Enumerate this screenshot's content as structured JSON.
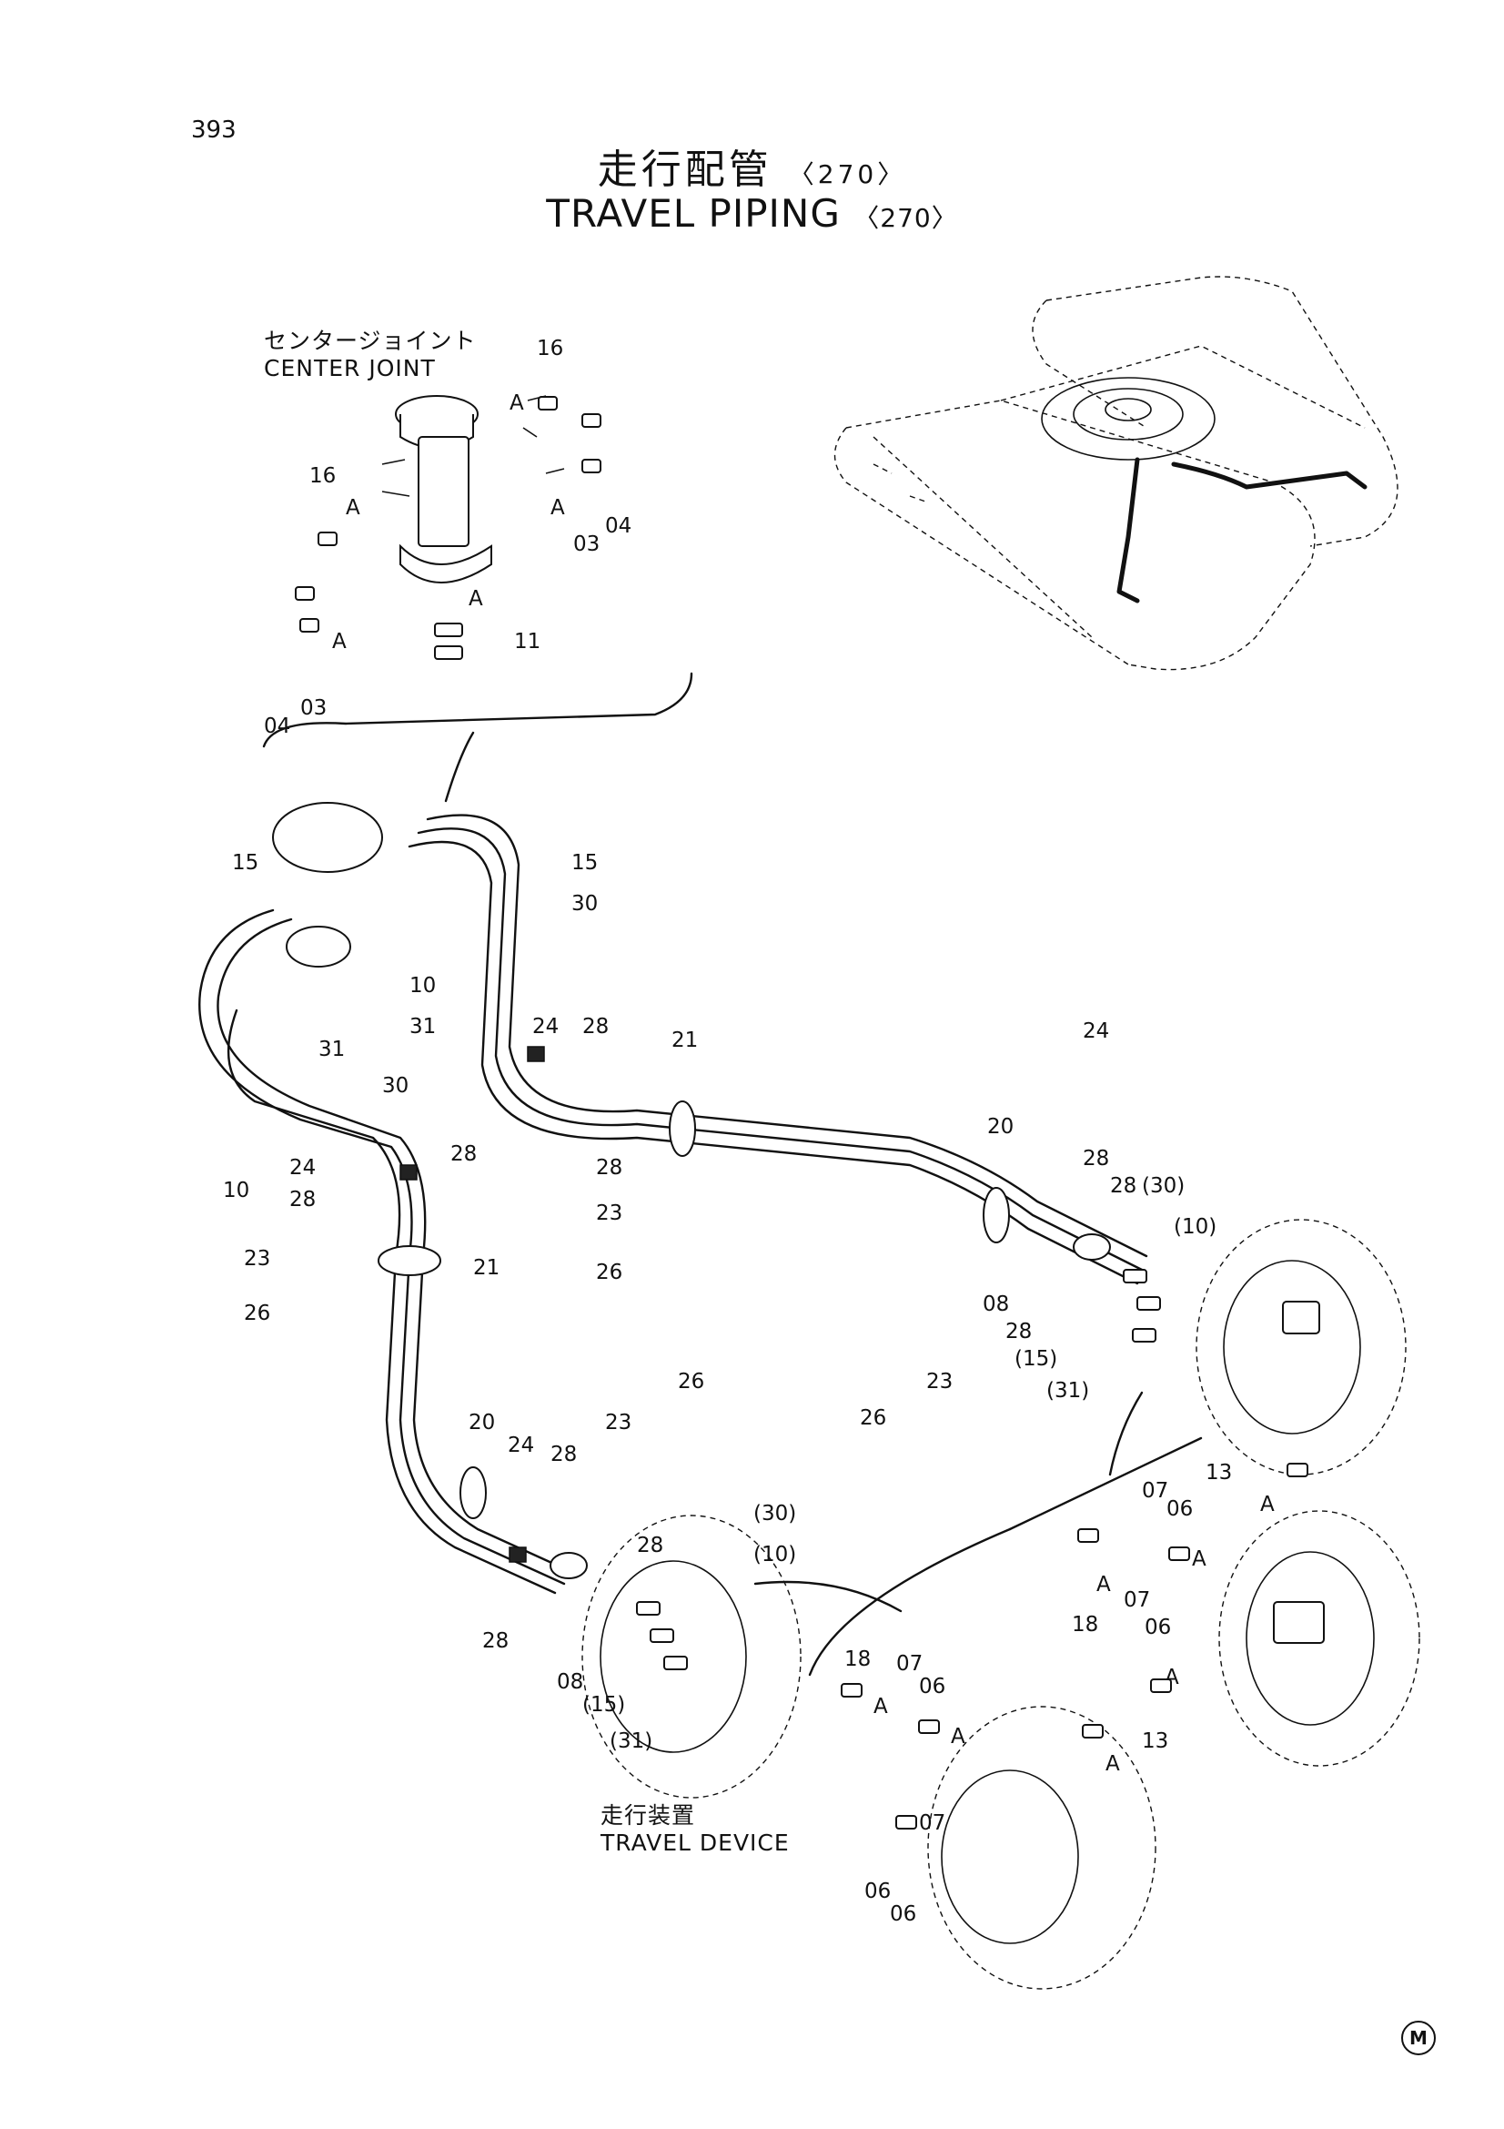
{
  "page_number": "393",
  "title": {
    "japanese": "走行配管",
    "english": "TRAVEL PIPING",
    "group_code": "〈270〉"
  },
  "captions": {
    "center_joint_jp": "センタージョイント",
    "center_joint_en": "CENTER JOINT",
    "travel_device_jp": "走行装置",
    "travel_device_en": "TRAVEL DEVICE"
  },
  "manufacturer_mark": "M",
  "part_labels": [
    "16",
    "A",
    "16",
    "A",
    "A",
    "03",
    "04",
    "A",
    "03",
    "04",
    "A",
    "11",
    "15",
    "15",
    "30",
    "10",
    "31",
    "31",
    "30",
    "24",
    "28",
    "21",
    "10",
    "24",
    "28",
    "28",
    "28",
    "23",
    "23",
    "26",
    "21",
    "26",
    "24",
    "20",
    "28",
    "28",
    "(30)",
    "(10)",
    "08",
    "28",
    "(15)",
    "(31)",
    "23",
    "26",
    "26",
    "23",
    "20",
    "24",
    "28",
    "28",
    "(30)",
    "(10)",
    "28",
    "08",
    "(15)",
    "(31)",
    "13",
    "A",
    "07",
    "06",
    "A",
    "A",
    "18",
    "07",
    "06",
    "A",
    "13",
    "A",
    "18",
    "07",
    "06",
    "A",
    "A",
    "07",
    "06"
  ]
}
